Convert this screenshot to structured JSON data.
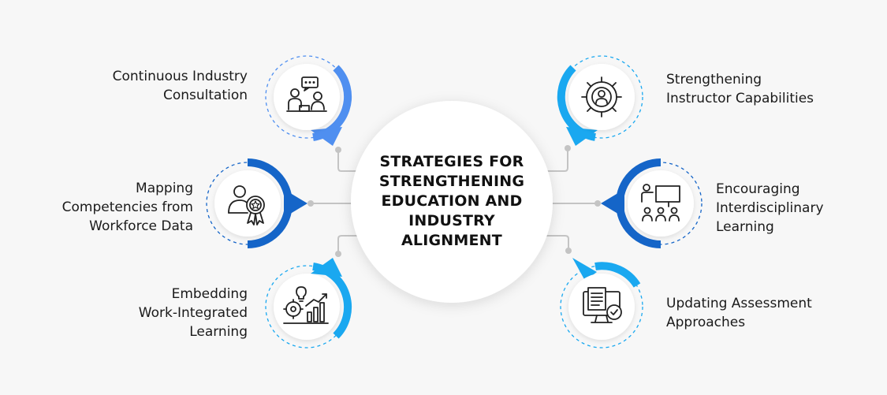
{
  "center_title": [
    "STRATEGIES FOR",
    "STRENGTHENING",
    "EDUCATION AND",
    "INDUSTRY",
    "ALIGNMENT"
  ],
  "colors": {
    "background": "#f7f7f7",
    "center_circle": "#ffffff",
    "blue_dark": "#1565c8",
    "blue_mid": "#1e88e5",
    "blue_light": "#1aa8f0",
    "blue_soft": "#4f8ff0",
    "connector": "#c4c4c4",
    "text": "#1a1a1a"
  },
  "strategies": [
    {
      "icon": "consultation-icon",
      "lines": [
        "Continuous Industry",
        "Consultation"
      ]
    },
    {
      "icon": "competency-badge-icon",
      "lines": [
        "Mapping",
        "Competencies from",
        "Workforce Data"
      ]
    },
    {
      "icon": "work-growth-icon",
      "lines": [
        "Embedding",
        "Work-Integrated",
        "Learning"
      ]
    },
    {
      "icon": "instructor-gear-icon",
      "lines": [
        "Strengthening",
        "Instructor Capabilities"
      ]
    },
    {
      "icon": "classroom-icon",
      "lines": [
        "Encouraging",
        "Interdisciplinary",
        "Learning"
      ]
    },
    {
      "icon": "assessment-icon",
      "lines": [
        "Updating Assessment",
        "Approaches"
      ]
    }
  ]
}
